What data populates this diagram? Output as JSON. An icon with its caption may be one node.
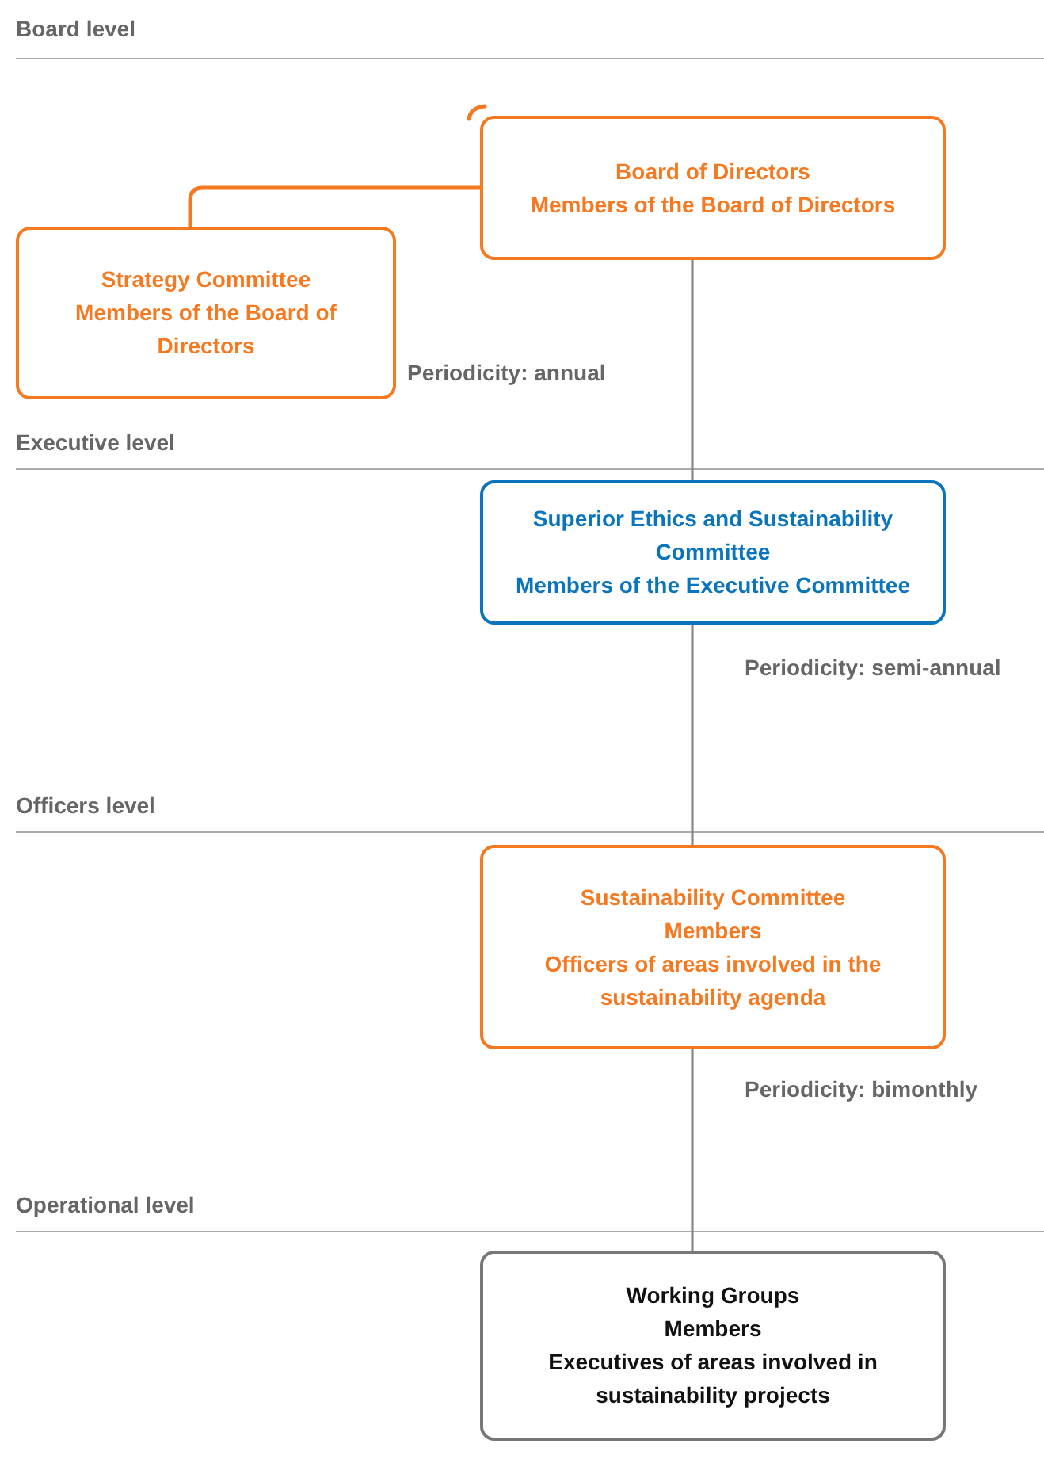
{
  "diagram": {
    "nodes": [
      {
        "text": [
          "Board of Directors",
          "Members of the Board of Directors"
        ]
      },
      {
        "text": [
          "Strategy Committee",
          "Members of the Board of Directors"
        ]
      },
      {
        "text": [
          "Superior Ethics and Sustainability Committee",
          "Members of the Executive Committee"
        ]
      },
      {
        "text": [
          "Sustainability Committee",
          "Members",
          "Officers of areas involved in the sustainability agenda"
        ]
      },
      {
        "text": [
          "Working Groups",
          "Members",
          "Executives of areas involved in sustainability projects"
        ]
      }
    ],
    "edges": [
      {
        "from": 0,
        "to": 1,
        "arrow": "none",
        "color": "#f47920"
      },
      {
        "from": 0,
        "to": 2,
        "arrow": "none"
      },
      {
        "from": 2,
        "to": 3,
        "arrow": "none"
      },
      {
        "from": 3,
        "to": 4,
        "arrow": "none"
      }
    ],
    "labels": [
      "Board level",
      "Periodicity: annual",
      "Executive level",
      "Periodicity: semi-annual",
      "Officers level",
      "Periodicity: bimonthly",
      "Operational level"
    ]
  }
}
